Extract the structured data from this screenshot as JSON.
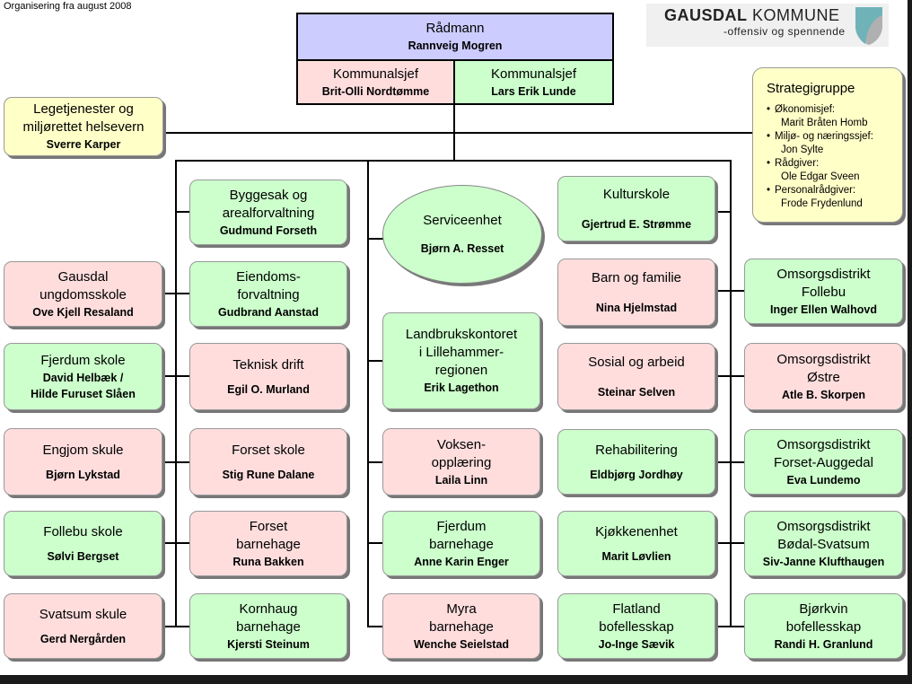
{
  "note": "Organisering fra august 2008",
  "logo": {
    "name_bold": "GAUSDAL",
    "name_rest": "KOMMUNE",
    "tagline": "-offensiv og spennende",
    "colors": {
      "shield_teal": "#6fb3b8",
      "shield_grey": "#b0b0b0"
    }
  },
  "colors": {
    "green": "#ccffcc",
    "pink": "#ffdddd",
    "blue": "#ccccff",
    "yellow": "#ffffc8"
  },
  "radmann": {
    "title": "Rådmann",
    "name": "Rannveig Mogren"
  },
  "kommunalsjef_1": {
    "title": "Kommunalsjef",
    "name": "Brit-Olli Nordtømme"
  },
  "kommunalsjef_2": {
    "title": "Kommunalsjef",
    "name": "Lars Erik Lunde"
  },
  "legetjenester": {
    "title_1": "Legetjenester og",
    "title_2": "miljørettet helsevern",
    "name": "Sverre Karper"
  },
  "strategigruppe": {
    "title": "Strategigruppe",
    "members": [
      {
        "role": "Økonomisjef:",
        "name": "Marit Bråten Homb"
      },
      {
        "role": "Miljø- og næringssjef:",
        "name": "Jon Sylte"
      },
      {
        "role": "Rådgiver:",
        "name": "Ole Edgar Sveen"
      },
      {
        "role": "Personalrådgiver:",
        "name": "Frode Frydenlund"
      }
    ]
  },
  "units": {
    "byggesak": {
      "title_1": "Byggesak og",
      "title_2": "arealforvaltning",
      "name": "Gudmund Forseth"
    },
    "eiendom": {
      "title_1": "Eiendoms-",
      "title_2": "forvaltning",
      "name": "Gudbrand Aanstad"
    },
    "teknisk": {
      "title": "Teknisk drift",
      "name": "Egil O. Murland"
    },
    "forset_skole": {
      "title": "Forset skole",
      "name": "Stig Rune Dalane"
    },
    "forset_bhg": {
      "title_1": "Forset",
      "title_2": "barnehage",
      "name": "Runa Bakken"
    },
    "kornhaug": {
      "title_1": "Kornhaug",
      "title_2": "barnehage",
      "name": "Kjersti Steinum"
    },
    "gausdal_ungdom": {
      "title_1": "Gausdal",
      "title_2": "ungdomsskole",
      "name": "Ove Kjell Resaland"
    },
    "fjerdum_skole": {
      "title": "Fjerdum skole",
      "name_1": "David Helbæk /",
      "name_2": "Hilde Furuset Slåen"
    },
    "engjom": {
      "title": "Engjom skule",
      "name": "Bjørn Lykstad"
    },
    "follebu_skole": {
      "title": "Follebu skole",
      "name": "Sølvi Bergset"
    },
    "svatsum": {
      "title": "Svatsum skule",
      "name": "Gerd Nergården"
    },
    "serviceenhet": {
      "title": "Serviceenhet",
      "name": "Bjørn A. Resset"
    },
    "landbruk": {
      "title_1": "Landbrukskontoret",
      "title_2": "i Lillehammer-",
      "title_3": "regionen",
      "name": "Erik Lagethon"
    },
    "voksen": {
      "title_1": "Voksen-",
      "title_2": "opplæring",
      "name": "Laila Linn"
    },
    "fjerdum_bhg": {
      "title_1": "Fjerdum",
      "title_2": "barnehage",
      "name": "Anne Karin Enger"
    },
    "myra": {
      "title_1": "Myra",
      "title_2": "barnehage",
      "name": "Wenche Seielstad"
    },
    "kulturskole": {
      "title": "Kulturskole",
      "name": "Gjertrud E. Strømme"
    },
    "barn": {
      "title": "Barn og familie",
      "name": "Nina Hjelmstad"
    },
    "sosial": {
      "title": "Sosial og arbeid",
      "name": "Steinar Selven"
    },
    "rehab": {
      "title": "Rehabilitering",
      "name": "Eldbjørg Jordhøy"
    },
    "kjokken": {
      "title": "Kjøkkenenhet",
      "name": "Marit Løvlien"
    },
    "flatland": {
      "title_1": "Flatland",
      "title_2": "bofellesskap",
      "name": "Jo-Inge Sævik"
    },
    "od_follebu": {
      "title_1": "Omsorgsdistrikt",
      "title_2": "Follebu",
      "name": "Inger Ellen Walhovd"
    },
    "od_ostre": {
      "title_1": "Omsorgsdistrikt",
      "title_2": "Østre",
      "name": "Atle B. Skorpen"
    },
    "od_forset": {
      "title_1": "Omsorgsdistrikt",
      "title_2": "Forset-Auggedal",
      "name": "Eva Lundemo"
    },
    "od_bodal": {
      "title_1": "Omsorgsdistrikt",
      "title_2": "Bødal-Svatsum",
      "name": "Siv-Janne Klufthaugen"
    },
    "bjorkvin": {
      "title_1": "Bjørkvin",
      "title_2": "bofellesskap",
      "name": "Randi H. Granlund"
    }
  }
}
